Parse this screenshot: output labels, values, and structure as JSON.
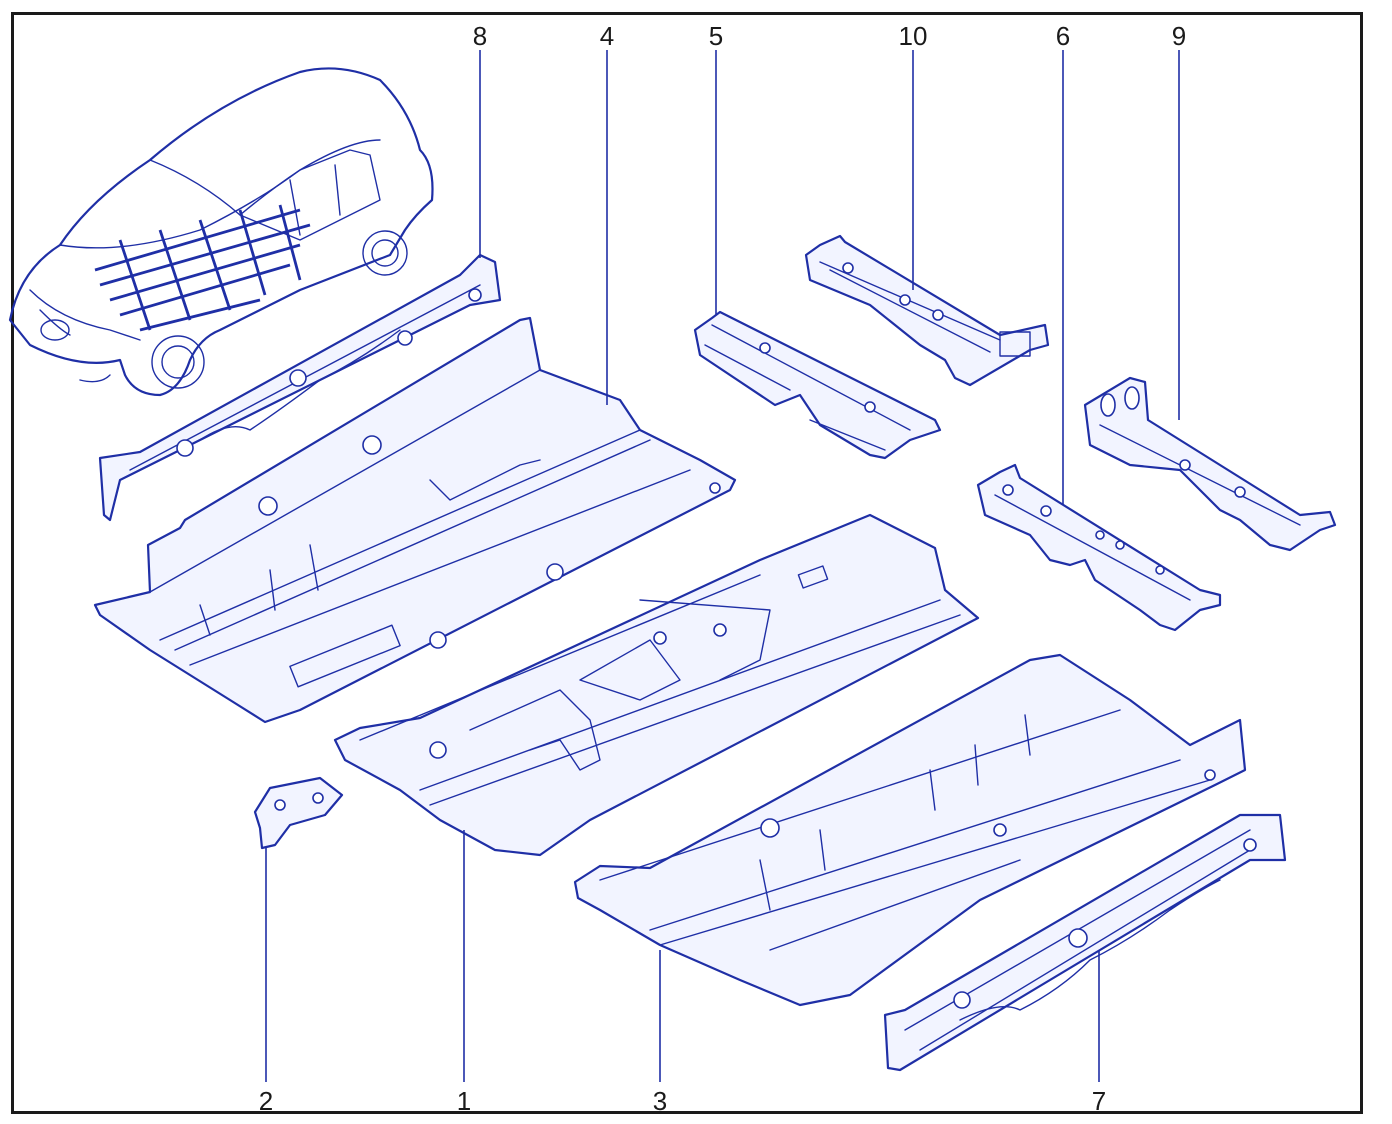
{
  "diagram": {
    "callouts": [
      {
        "id": "label-1",
        "text": "1"
      },
      {
        "id": "label-2",
        "text": "2"
      },
      {
        "id": "label-3",
        "text": "3"
      },
      {
        "id": "label-4",
        "text": "4"
      },
      {
        "id": "label-5",
        "text": "5"
      },
      {
        "id": "label-6",
        "text": "6"
      },
      {
        "id": "label-7",
        "text": "7"
      },
      {
        "id": "label-8",
        "text": "8"
      },
      {
        "id": "label-9",
        "text": "9"
      },
      {
        "id": "label-10",
        "text": "10"
      }
    ],
    "colors": {
      "line": "#1f2fa6",
      "frame": "#1a1a1a",
      "background": "#ffffff"
    }
  }
}
